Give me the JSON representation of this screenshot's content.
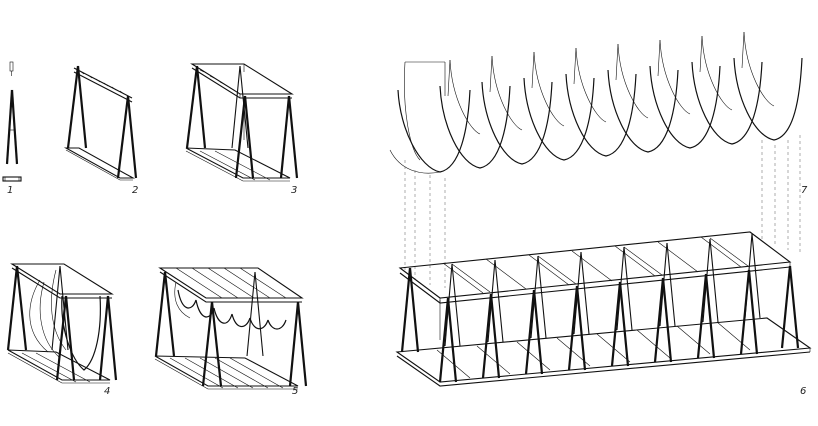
{
  "steps": [
    {
      "label": "1"
    },
    {
      "label": "2"
    },
    {
      "label": "3"
    },
    {
      "label": "4"
    },
    {
      "label": "5"
    },
    {
      "label": "6"
    },
    {
      "label": "7"
    }
  ]
}
